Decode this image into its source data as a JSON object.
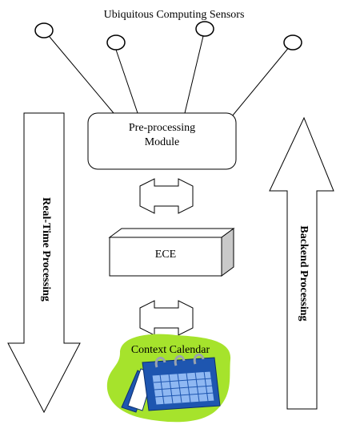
{
  "title": "Ubiquitous Computing Sensors",
  "preprocessing": {
    "line1": "Pre-processing",
    "line2": "Module"
  },
  "ece": {
    "label": "ECE"
  },
  "calendar": {
    "label": "Context Calendar"
  },
  "left_arrow": {
    "label": "Real-Time Processing"
  },
  "right_arrow": {
    "label": "Backend Processing"
  },
  "colors": {
    "stroke": "#000000",
    "calendar_blob": "#a6e32c",
    "calendar_page": "#1e56b0",
    "calendar_grid": "#8fb8f2",
    "calendar_ring": "#9aa3ad"
  }
}
